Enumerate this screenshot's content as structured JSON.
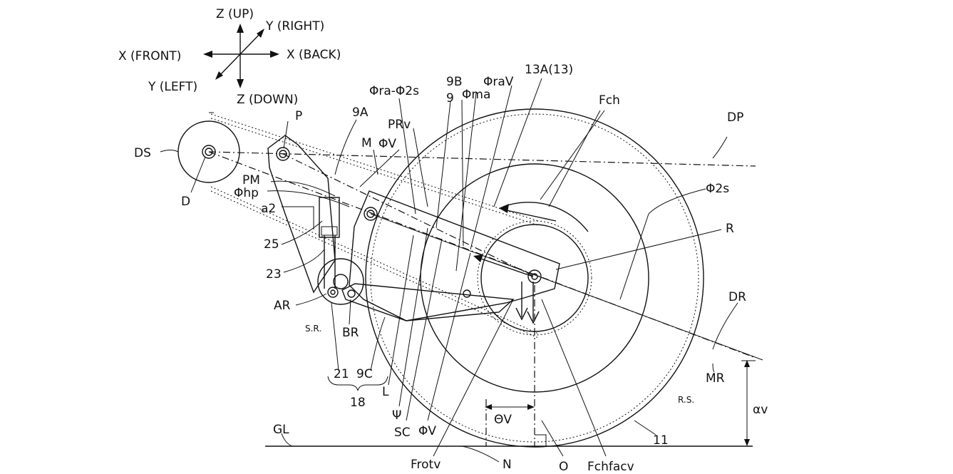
{
  "axes": {
    "z_up": "Z (UP)",
    "y_right": "Y (RIGHT)",
    "x_front": "X (FRONT)",
    "x_back": "X (BACK)",
    "y_left": "Y (LEFT)",
    "z_down": "Z (DOWN)"
  },
  "labels": {
    "DS": "DS",
    "D": "D",
    "P": "P",
    "L9A": "9A",
    "M": "M",
    "PhiV_top": "ΦV",
    "PRv": "PRv",
    "PhiRaMinus2s": "Φra-Φ2s",
    "L9B": "9B",
    "L9": "9",
    "PhiMa": "Φma",
    "PhiRaV": "ΦraV",
    "L13A": "13A(13)",
    "Fch": "Fch",
    "DP": "DP",
    "Phi2s": "Φ2s",
    "R": "R",
    "PM": "PM",
    "PhiHp": "Φhp",
    "a2": "a2",
    "L25": "25",
    "L23": "23",
    "AR": "AR",
    "SR": "S.R.",
    "BR": "BR",
    "L21": "21",
    "L9C": "9C",
    "L18": "18",
    "Lcap": "L",
    "Psi": "Ψ",
    "SC": "SC",
    "PhiV_bottom": "ΦV",
    "ThetaV": "ΘV",
    "Frotv": "Frotv",
    "N": "N",
    "O": "O",
    "Fchfacv": "Fchfacv",
    "L11": "11",
    "GL": "GL",
    "DR": "DR",
    "MR": "MR",
    "RS": "R.S.",
    "AlphaV": "αv"
  }
}
